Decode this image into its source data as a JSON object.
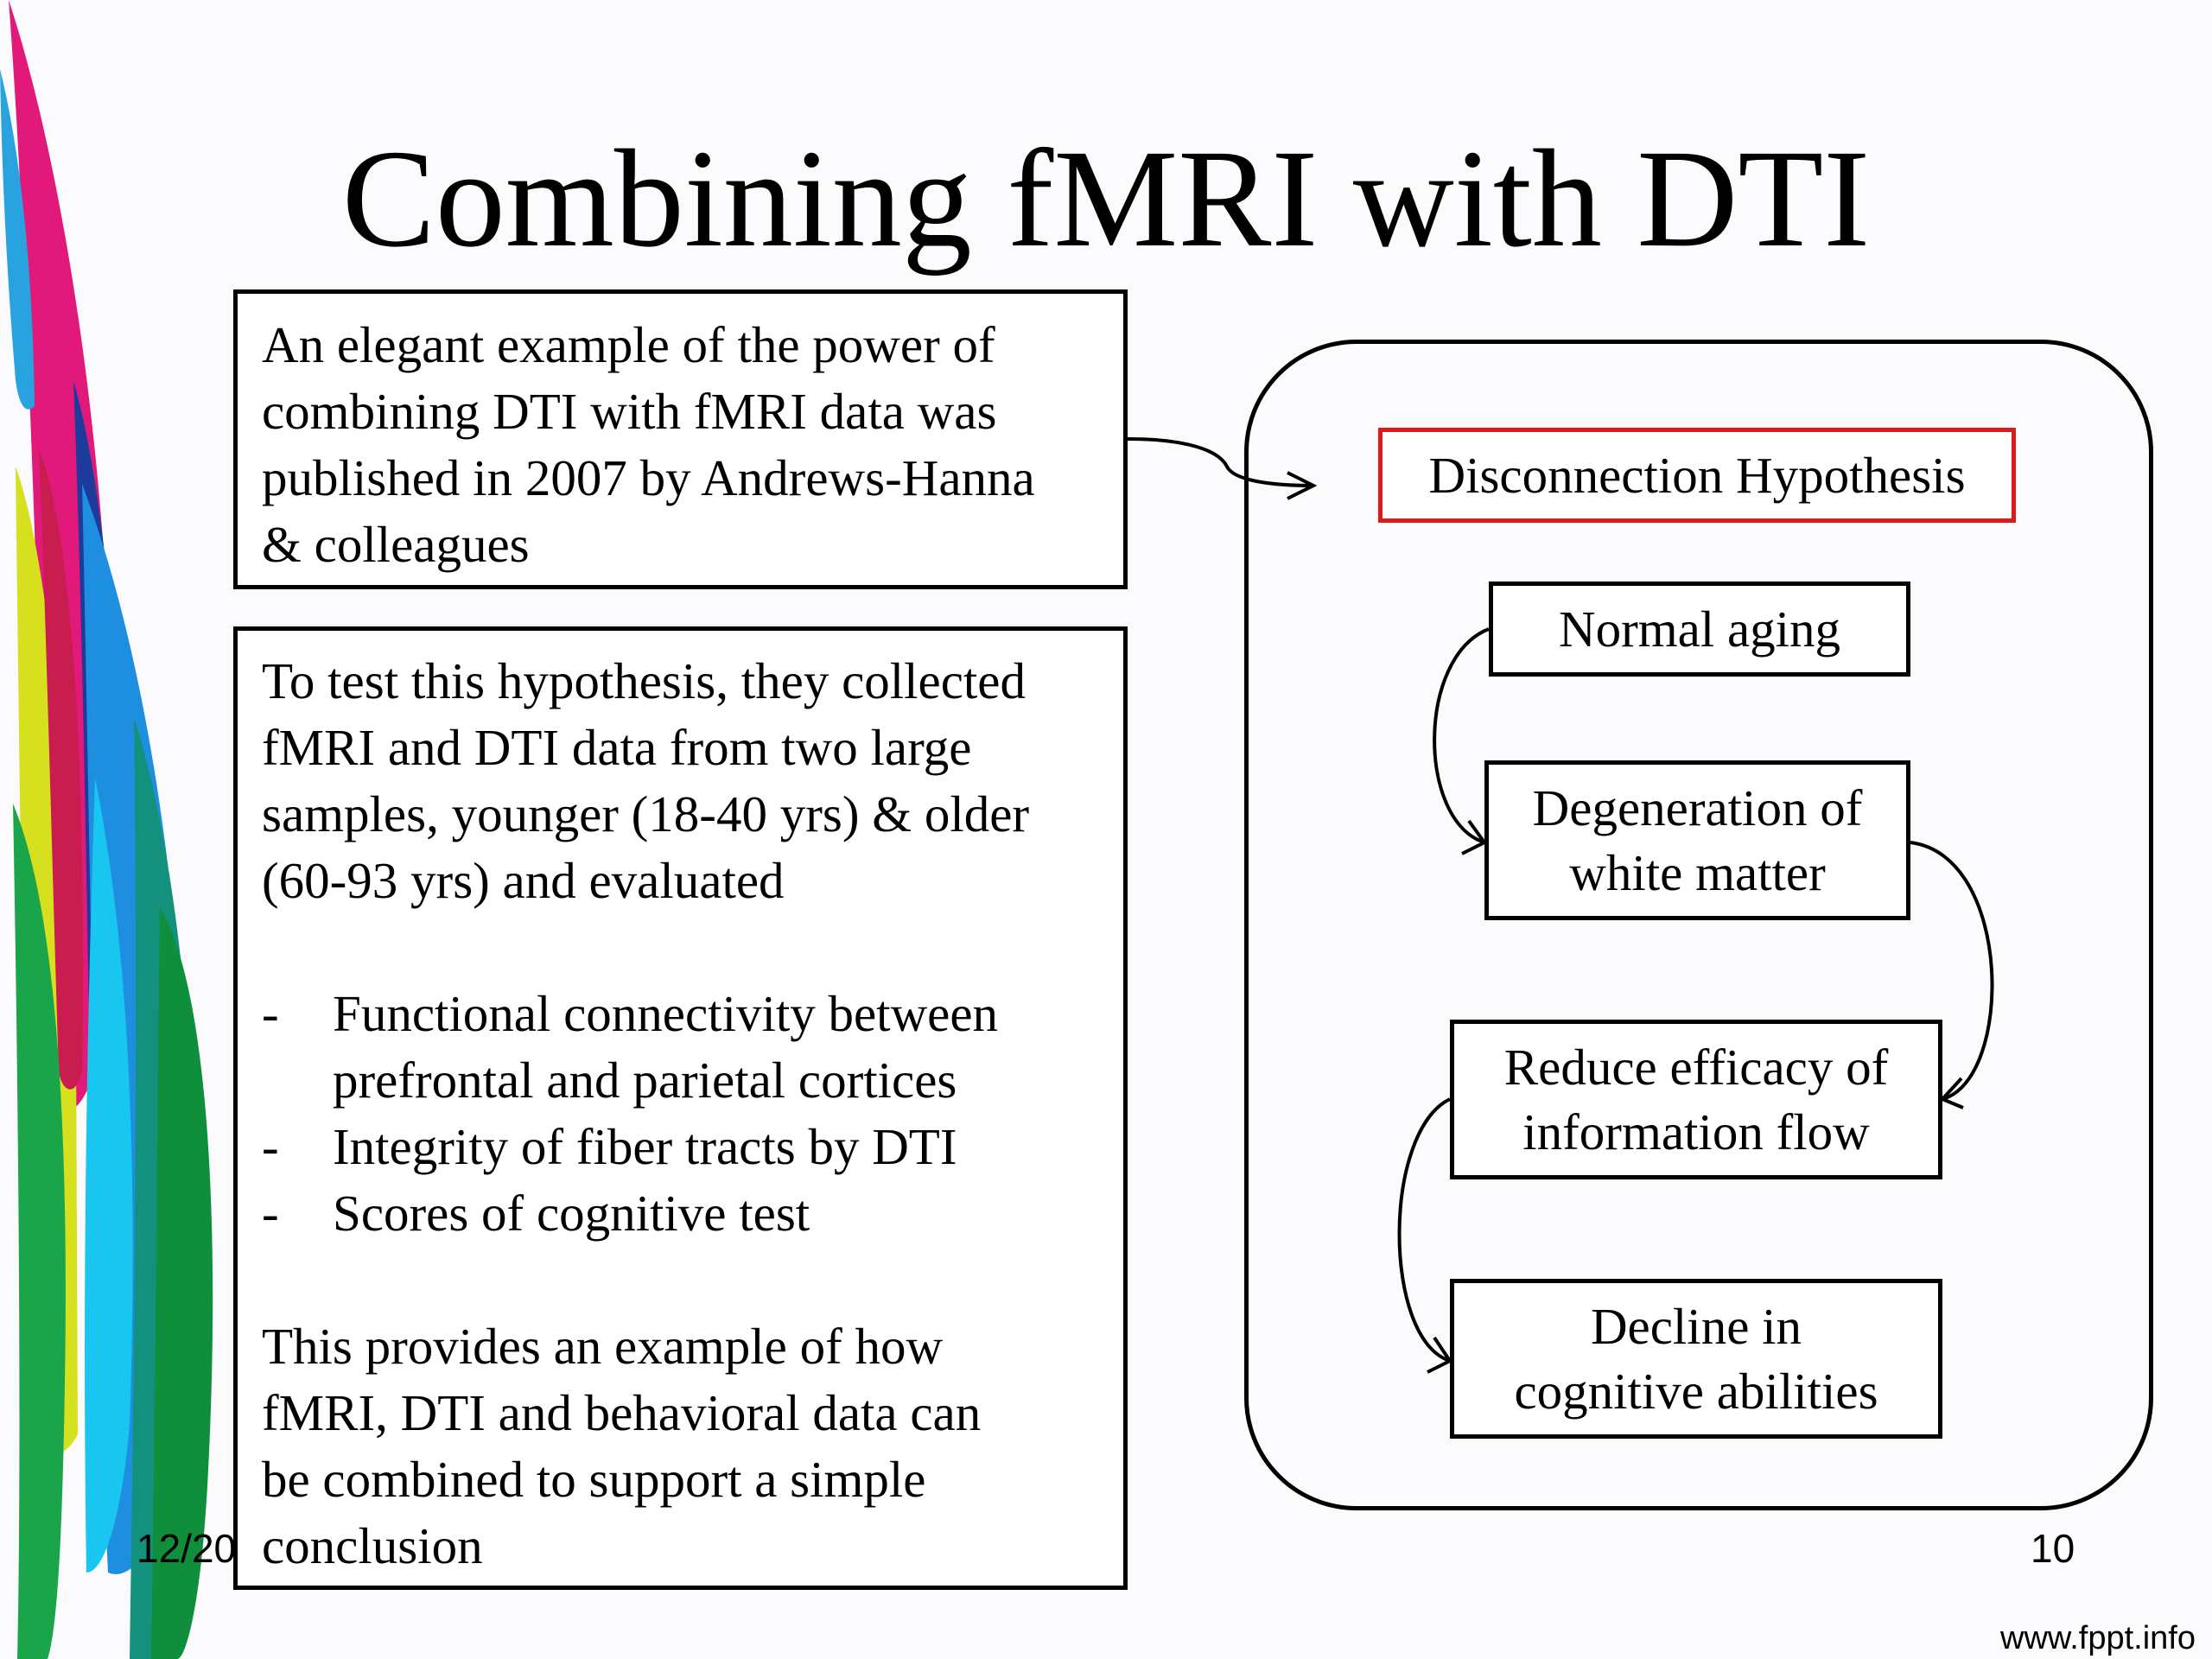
{
  "slide": {
    "title": "Combining fMRI with DTI",
    "intro_lines": [
      "An elegant example of the power of",
      "combining DTI with fMRI data was",
      "published in 2007 by Andrews-Hanna",
      "& colleagues"
    ],
    "method_lines": [
      "To test this hypothesis, they collected",
      "fMRI and DTI data from two large",
      "samples, younger (18-40 yrs) & older",
      "(60-93 yrs) and evaluated"
    ],
    "bullets": {
      "marker": "-",
      "b1_lines": [
        "Functional connectivity between",
        "prefrontal and parietal cortices"
      ],
      "b2": "Integrity of fiber tracts by DTI",
      "b3": "Scores of cognitive test"
    },
    "conclusion_lines": [
      "This provides an example of how",
      "fMRI, DTI and behavioral data can",
      "be combined to support a simple",
      "conclusion"
    ],
    "date_partial": "12/20",
    "page_number": "10",
    "site": "www.fppt.info"
  },
  "flowchart": {
    "hypothesis": "Disconnection Hypothesis",
    "step1": [
      "Normal aging"
    ],
    "step2": [
      "Degeneration of",
      "white matter"
    ],
    "step3": [
      "Reduce efficacy of",
      "information flow"
    ],
    "step4": [
      "Decline in",
      "cognitive abilities"
    ],
    "hypothesis_border_color": "#dd1a1a"
  }
}
